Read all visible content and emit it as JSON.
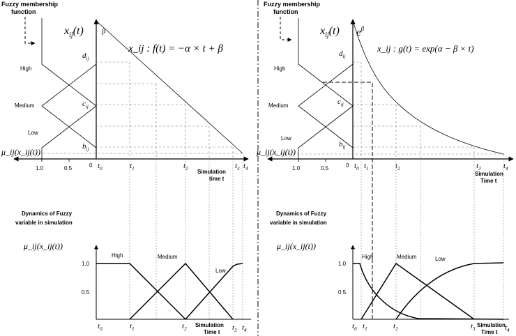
{
  "left": {
    "membership_title_1": "Fuzzy membership",
    "membership_title_2": "function",
    "x_axis_label": "x",
    "x_axis_sub": "ij",
    "x_axis_arg": "(t)",
    "beta_label": "β",
    "formula": "x_ij : f(t) = −α × t + β",
    "levels": [
      "d",
      "c",
      "b"
    ],
    "level_sub": "ij",
    "terms": [
      "High",
      "Medium",
      "Low"
    ],
    "mu_axis_label": "μ_ij(x_ij(t))",
    "mu_ticks": [
      "1.0",
      "0.5",
      "0"
    ],
    "time_ticks": [
      "t",
      "t",
      "t",
      "t",
      "t"
    ],
    "time_subs": [
      "0",
      "1",
      "2",
      "3",
      "4"
    ],
    "sim_time_1": "Simulation",
    "sim_time_2": "time t",
    "dyn_title_1": "Dynamics of Fuzzy",
    "dyn_title_2": "variable in simulation",
    "dyn_y_label": "μ_ij(x_ij(t))",
    "dyn_y_ticks": [
      "1.0",
      "0.5"
    ],
    "dyn_terms": [
      "High",
      "Medium",
      "Low"
    ],
    "dyn_sim_1": "Simulation",
    "dyn_sim_2": "Time t"
  },
  "right": {
    "membership_title_1": "Fuzzy membership",
    "membership_title_2": "function",
    "x_axis_label": "x",
    "x_axis_sub": "ij",
    "x_axis_arg": "(t)",
    "e_beta_label": "e",
    "e_beta_sup": "β",
    "formula": "x_ij : g(t) = exp(α − β × t)",
    "levels": [
      "d",
      "c",
      "b"
    ],
    "level_sub": "ij",
    "terms": [
      "High",
      "Medium",
      "Low"
    ],
    "mu_axis_label": "μ_ij(x_ij(t))",
    "mu_ticks": [
      "1.0",
      "0.5",
      "0"
    ],
    "time_ticks": [
      "t",
      "t",
      "t",
      "t",
      "t"
    ],
    "time_subs": [
      "0",
      "1",
      "2",
      "3",
      "4"
    ],
    "sim_time_1": "Simulation",
    "sim_time_2": "Time t",
    "dyn_title_1": "Dynamics of Fuzzy",
    "dyn_title_2": "variable in simulation",
    "dyn_y_label": "μ_ij(x_ij(t))",
    "dyn_y_ticks": [
      "1.0",
      "0.5"
    ],
    "dyn_terms": [
      "High",
      "Medium",
      "Low"
    ],
    "dyn_sim_1": "Simulation",
    "dyn_sim_2": "Time t"
  }
}
